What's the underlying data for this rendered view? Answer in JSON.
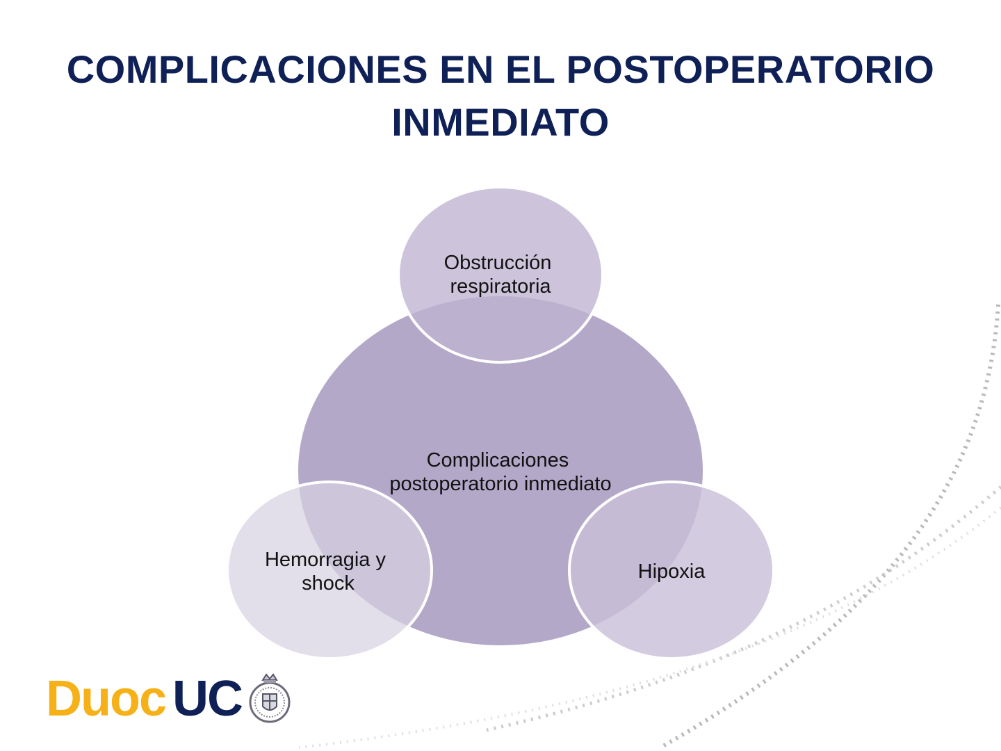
{
  "slide": {
    "title_lines": [
      "COMPLICACIONES EN EL POSTOPERATORIO",
      "INMEDIATO"
    ]
  },
  "diagram": {
    "center": {
      "lines": [
        "Complicaciones",
        "postoperatorio inmediato"
      ],
      "color": "#b3a8c8"
    },
    "top": {
      "lines": [
        "Obstrucción",
        "respiratoria"
      ],
      "color": "#bfb3d1"
    },
    "left": {
      "lines": [
        "Hemorragia y",
        "shock"
      ],
      "color": "#d7d1e2"
    },
    "right": {
      "lines": [
        "Hipoxia"
      ],
      "color": "#c9c0d8"
    }
  },
  "logo": {
    "duoc": "Duoc",
    "uc": "UC",
    "duoc_color": "#f5b117",
    "uc_color": "#0f2057",
    "seal_icon": "university-seal-icon"
  },
  "colors": {
    "title": "#0f2057",
    "background": "#ffffff"
  }
}
